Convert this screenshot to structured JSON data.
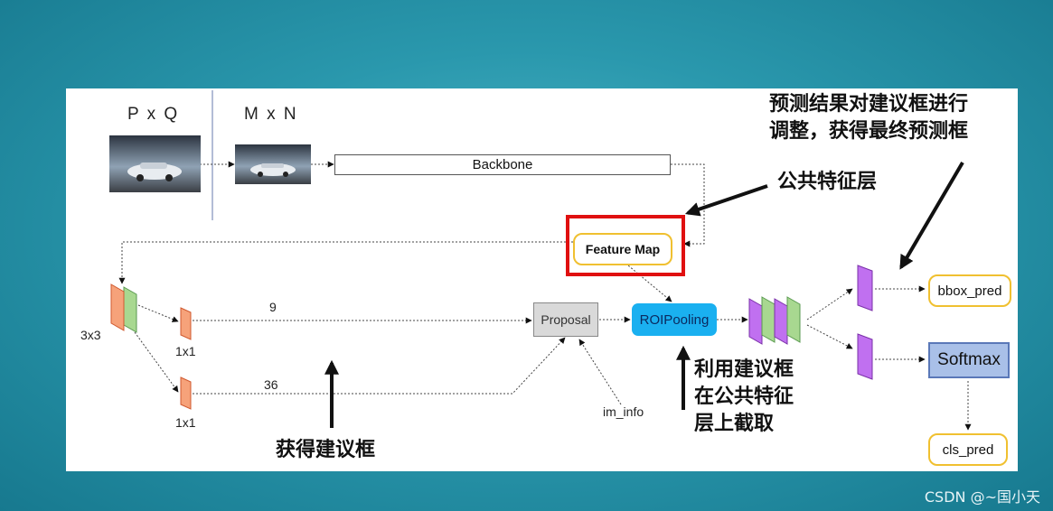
{
  "header": {
    "left": "P x Q",
    "right": "M x N"
  },
  "boxes": {
    "backbone": "Backbone",
    "feature_map": "Feature Map",
    "proposal": "Proposal",
    "roi_pooling": "ROIPooling",
    "bbox_pred": "bbox_pred",
    "softmax": "Softmax",
    "cls_pred": "cls_pred"
  },
  "labels": {
    "conv3x3": "3x3",
    "conv1x1_top": "1x1",
    "conv1x1_bottom": "1x1",
    "anchors_9": "9",
    "anchors_36": "36",
    "im_info": "im_info"
  },
  "annotations": {
    "adjust_line1": "预测结果对建议框进行",
    "adjust_line2": "调整，获得最终预测框",
    "shared_layer": "公共特征层",
    "get_proposals": "获得建议框",
    "crop_line1": "利用建议框",
    "crop_line2": "在公共特征",
    "crop_line3": "层上截取"
  },
  "watermark": "CSDN @~国小天",
  "colors": {
    "background": "#2a98ad",
    "conv_orange": "#f6a27a",
    "conv_green": "#a8d890",
    "roi_purple": "#c070f0",
    "roi_blue": "#1ab0f0",
    "highlight_red": "#e01010",
    "box_yellow": "#f0c030",
    "softmax_blue": "#a9c0e8"
  },
  "icons": [
    "car-photo",
    "arrow-icon"
  ]
}
